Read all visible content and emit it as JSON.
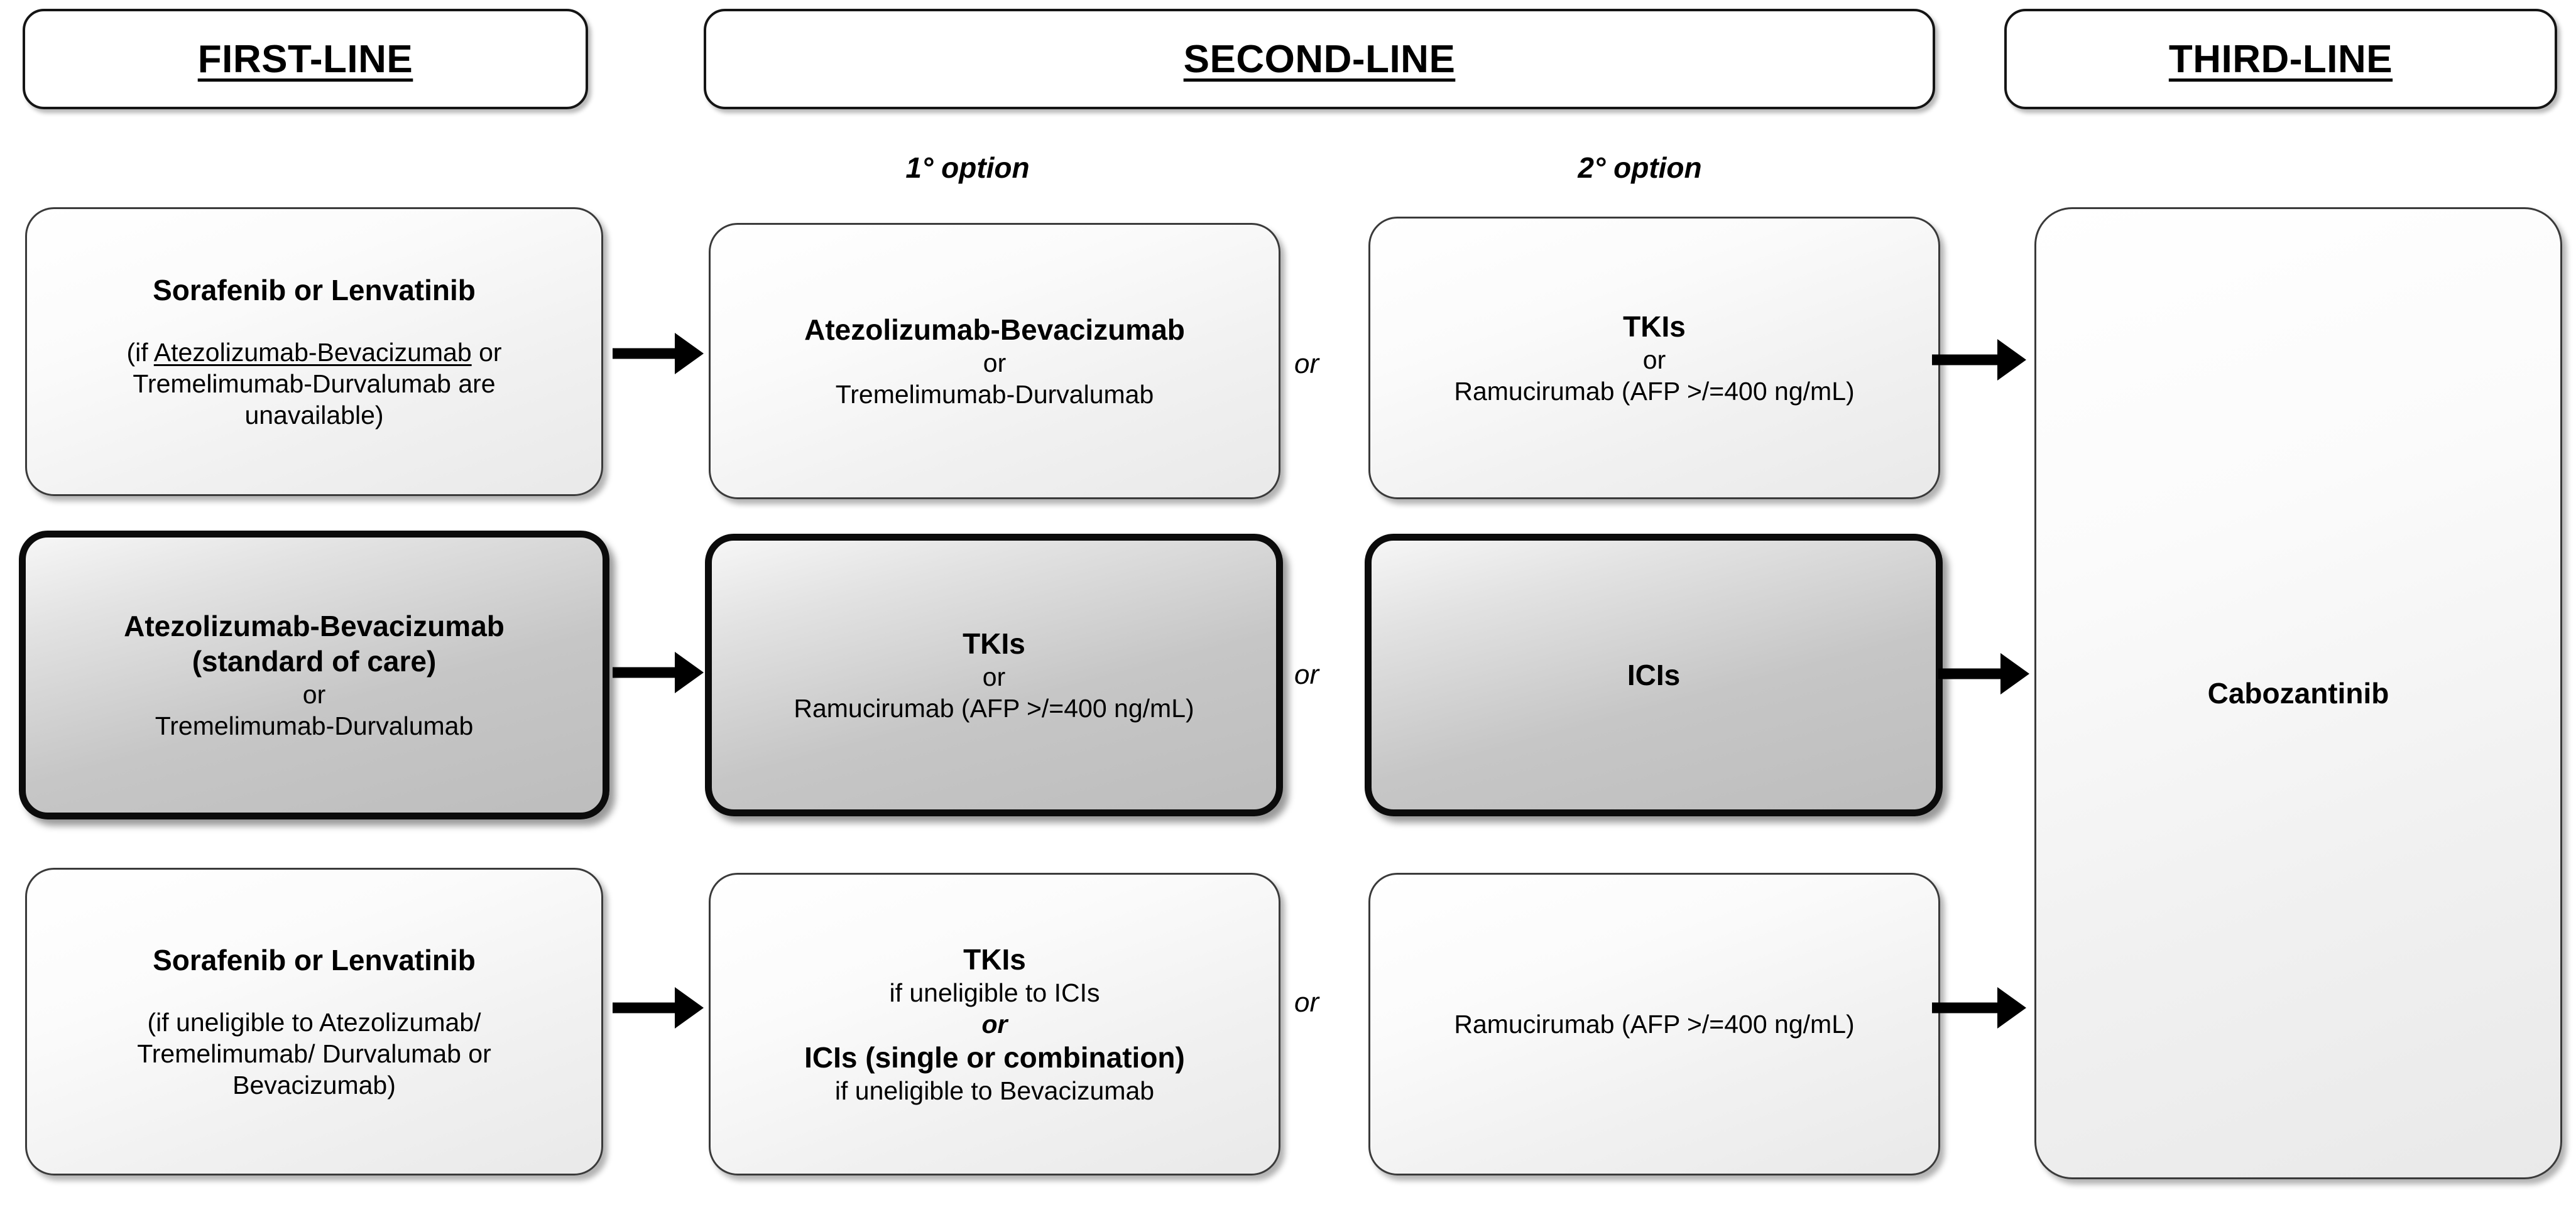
{
  "diagram": {
    "title": "HCC systemic therapy treatment-line algorithm",
    "headers": [
      {
        "id": "first-line",
        "label": "FIRST-LINE"
      },
      {
        "id": "second-line",
        "label": "SECOND-LINE"
      },
      {
        "id": "third-line",
        "label": "THIRD-LINE"
      }
    ],
    "option_labels": [
      {
        "id": "option-1",
        "label": "1° option"
      },
      {
        "id": "option-2",
        "label": "2° option"
      }
    ],
    "connector_or_label": "or",
    "rows": [
      {
        "id": "row-1",
        "highlighted": false,
        "first_line": {
          "title": "Sorafenib or Lenvatinib",
          "note_lines": [
            "(if Atezolizumab-Bevacizumab or",
            "Tremelimumab-Durvalumab are",
            "unavailable)"
          ],
          "note_underlined_term": "Atezolizumab-Bevacizumab"
        },
        "second_line_option1": {
          "lines": [
            {
              "text": "Atezolizumab-Bevacizumab",
              "bold": true
            },
            {
              "text": "or",
              "bold": false
            },
            {
              "text": "Tremelimumab-Durvalumab",
              "bold": false
            }
          ]
        },
        "second_line_option2": {
          "lines": [
            {
              "text": "TKIs",
              "bold": true
            },
            {
              "text": "or",
              "bold": false
            },
            {
              "text": "Ramucirumab (AFP >/=400 ng/mL)",
              "bold": false
            }
          ]
        }
      },
      {
        "id": "row-2",
        "highlighted": true,
        "first_line": {
          "lines": [
            {
              "text": "Atezolizumab-Bevacizumab",
              "bold": true
            },
            {
              "text": "(standard of care)",
              "bold": true
            },
            {
              "text": "or",
              "bold": false
            },
            {
              "text": "Tremelimumab-Durvalumab",
              "bold": false
            }
          ]
        },
        "second_line_option1": {
          "lines": [
            {
              "text": "TKIs",
              "bold": true
            },
            {
              "text": "or",
              "bold": false
            },
            {
              "text": "Ramucirumab (AFP >/=400 ng/mL)",
              "bold": false
            }
          ]
        },
        "second_line_option2": {
          "lines": [
            {
              "text": "ICIs",
              "bold": true
            }
          ]
        }
      },
      {
        "id": "row-3",
        "highlighted": false,
        "first_line": {
          "title": "Sorafenib or Lenvatinib",
          "note_lines": [
            "(if uneligible to Atezolizumab/",
            "Tremelimumab/ Durvalumab or",
            "Bevacizumab)"
          ]
        },
        "second_line_option1": {
          "lines": [
            {
              "text": "TKIs",
              "bold": true
            },
            {
              "text": "if uneligible to ICIs",
              "bold": false
            },
            {
              "text": "or",
              "bold": true,
              "italic": true
            },
            {
              "text": "ICIs (single or combination)",
              "bold": true
            },
            {
              "text": "if uneligible to Bevacizumab",
              "bold": false
            }
          ]
        },
        "second_line_option2": {
          "lines": [
            {
              "text": "Ramucirumab (AFP >/=400 ng/mL)",
              "bold": false
            }
          ]
        }
      }
    ],
    "third_line_node": {
      "label": "Cabozantinib"
    },
    "colors": {
      "background": "#ffffff",
      "node_border": "#3a3a3a",
      "node_border_highlight": "#0b0b0b",
      "node_fill_light": "#f1f1f1",
      "node_fill_highlight": "#c6c6c6",
      "arrow": "#000000",
      "text": "#000000"
    }
  }
}
